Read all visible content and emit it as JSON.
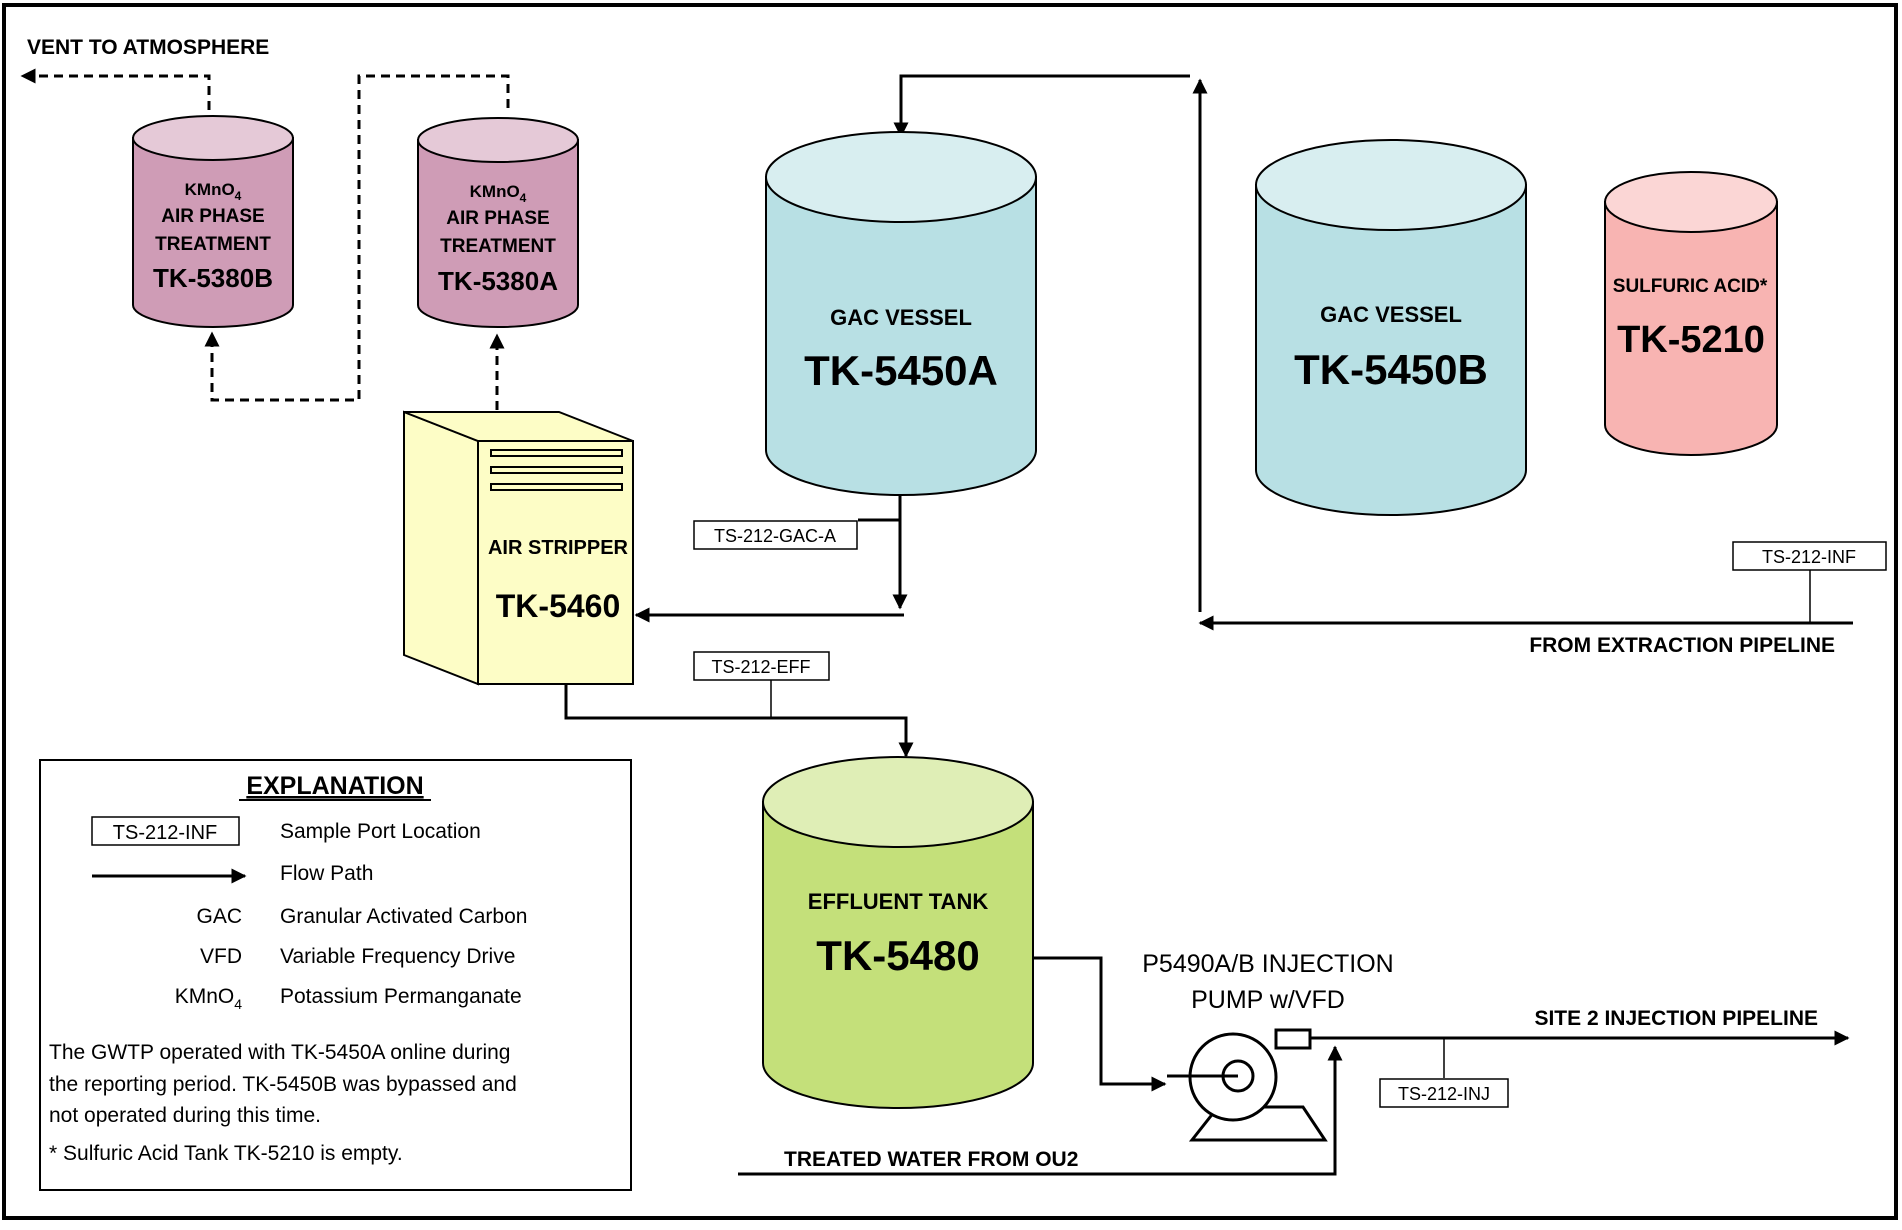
{
  "labels": {
    "vent": "VENT TO ATMOSPHERE",
    "from_extraction": "FROM EXTRACTION PIPELINE",
    "treated_water": "TREATED WATER FROM OU2",
    "site2": "SITE 2 INJECTION PIPELINE",
    "pump_line1": "P5490A/B INJECTION",
    "pump_line2": "PUMP w/VFD"
  },
  "tanks": {
    "tk5380b": {
      "chem": "KMnO",
      "chem_sub": "4",
      "line1": "AIR PHASE",
      "line2": "TREATMENT",
      "id": "TK-5380B"
    },
    "tk5380a": {
      "chem": "KMnO",
      "chem_sub": "4",
      "line1": "AIR PHASE",
      "line2": "TREATMENT",
      "id": "TK-5380A"
    },
    "tk5450a": {
      "name": "GAC VESSEL",
      "id": "TK-5450A"
    },
    "tk5450b": {
      "name": "GAC VESSEL",
      "id": "TK-5450B"
    },
    "tk5210": {
      "name": "SULFURIC ACID*",
      "id": "TK-5210"
    },
    "tk5460": {
      "name": "AIR STRIPPER",
      "id": "TK-5460"
    },
    "tk5480": {
      "name": "EFFLUENT TANK",
      "id": "TK-5480"
    }
  },
  "sample_ports": {
    "gac_a": "TS-212-GAC-A",
    "inf": "TS-212-INF",
    "eff": "TS-212-EFF",
    "inj": "TS-212-INJ"
  },
  "legend": {
    "title": "EXPLANATION",
    "port_box": "TS-212-INF",
    "port_desc": "Sample Port Location",
    "flow_desc": "Flow Path",
    "items": [
      {
        "abbr": "GAC",
        "desc": "Granular Activated Carbon"
      },
      {
        "abbr": "VFD",
        "desc": "Variable Frequency Drive"
      },
      {
        "abbr": "KMnO",
        "abbr_sub": "4",
        "desc": "Potassium Permanganate"
      }
    ],
    "note_lines": [
      "The GWTP operated with TK-5450A online during",
      "the reporting period. TK-5450B was bypassed and",
      "not operated during this time."
    ],
    "footnote": "* Sulfuric Acid Tank TK-5210 is empty."
  },
  "colors": {
    "kmno4_tank": "#cf9cb6",
    "gac_tank": "#b8e0e4",
    "acid_tank": "#f8b4b2",
    "stripper": "#fdfdc6",
    "effluent_tank": "#c4e07a"
  }
}
